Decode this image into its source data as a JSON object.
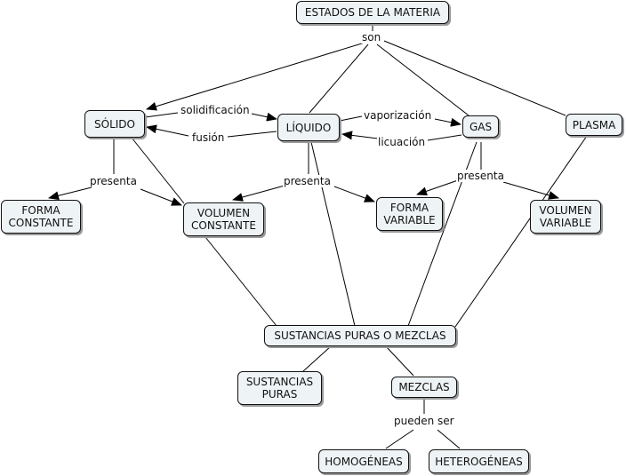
{
  "concepts": {
    "estados": "ESTADOS DE LA MATERIA",
    "solido": "SÓLIDO",
    "liquido": "LÍQUIDO",
    "gas": "GAS",
    "plasma": "PLASMA",
    "forma_constante": "FORMA\nCONSTANTE",
    "volumen_constante": "VOLUMEN\nCONSTANTE",
    "forma_variable": "FORMA\nVARIABLE",
    "volumen_variable": "VOLUMEN\nVARIABLE",
    "sustancias_mezclas": "SUSTANCIAS PURAS O MEZCLAS",
    "sustancias_puras": "SUSTANCIAS\nPURAS",
    "mezclas": "MEZCLAS",
    "homogeneas": "HOMOGÉNEAS",
    "heterogeneas": "HETEROGÉNEAS"
  },
  "links": {
    "son": "son",
    "solidificacion": "solidificación",
    "fusion": "fusión",
    "vaporizacion": "vaporización",
    "licuacion": "licuación",
    "presenta_solido": "presenta",
    "presenta_liquido": "presenta",
    "presenta_gas": "presenta",
    "pueden_ser": "pueden ser"
  }
}
